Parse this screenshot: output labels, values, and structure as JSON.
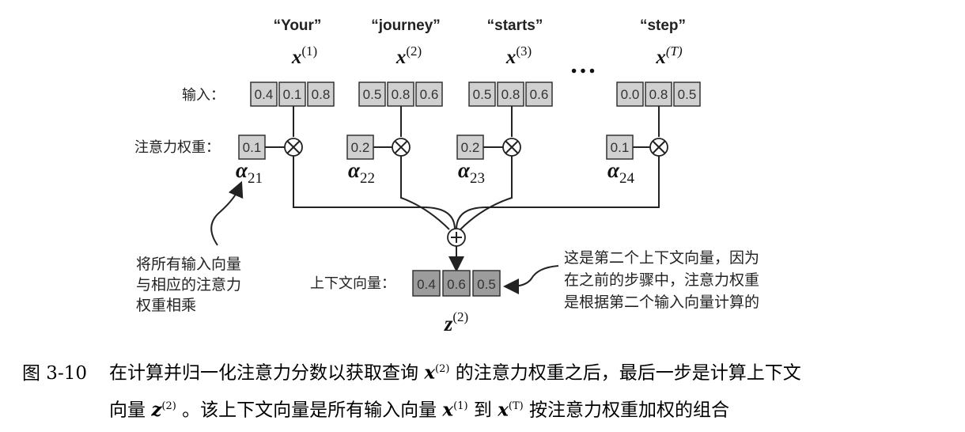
{
  "tokens": [
    {
      "word": "“Your”",
      "var": "x",
      "sup": "(1)",
      "values": [
        "0.4",
        "0.1",
        "0.8"
      ],
      "weight": "0.1",
      "alpha_sub": "21"
    },
    {
      "word": "“journey”",
      "var": "x",
      "sup": "(2)",
      "values": [
        "0.5",
        "0.8",
        "0.6"
      ],
      "weight": "0.2",
      "alpha_sub": "22"
    },
    {
      "word": "“starts”",
      "var": "x",
      "sup": "(3)",
      "values": [
        "0.5",
        "0.8",
        "0.6"
      ],
      "weight": "0.2",
      "alpha_sub": "23"
    },
    {
      "word": "“step”",
      "var": "x",
      "sup": "(T)",
      "values": [
        "0.0",
        "0.8",
        "0.5"
      ],
      "weight": "0.1",
      "alpha_sub": "24"
    }
  ],
  "ellipsis": "…",
  "labels": {
    "input": "输入：",
    "attention_weights": "注意力权重：",
    "context_vector": "上下文向量："
  },
  "alpha_symbol": "α",
  "context": {
    "values": [
      "0.4",
      "0.6",
      "0.5"
    ],
    "var": "z",
    "sup": "(2)"
  },
  "annotations": {
    "left": [
      "将所有输入向量",
      "与相应的注意力",
      "权重相乘"
    ],
    "right": [
      "这是第二个上下文向量，因为",
      "在之前的步骤中，注意力权重",
      "是根据第二个输入向量计算的"
    ]
  },
  "caption": {
    "number": "图 3-10",
    "line1_a": "在计算并归一化注意力分数以获取查询",
    "line1_var": "x",
    "line1_sup": "(2)",
    "line1_b": "的注意力权重之后，最后一步是计算上下文",
    "line2_a": "向量",
    "line2_var1": "z",
    "line2_sup1": "(2)",
    "line2_b": "。该上下文向量是所有输入向量",
    "line2_var2": "x",
    "line2_sup2": "(1)",
    "line2_c": "到",
    "line2_var3": "x",
    "line2_sup3": "(T)",
    "line2_d": "按注意力权重加权的组合"
  }
}
